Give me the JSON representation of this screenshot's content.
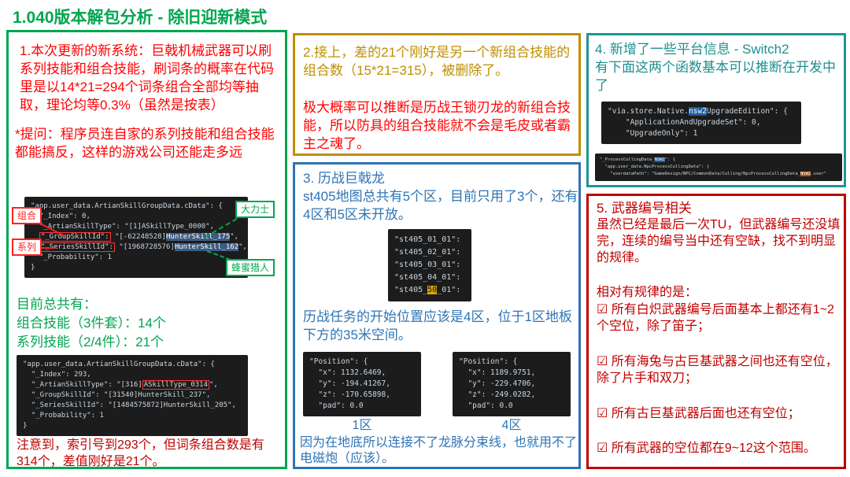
{
  "title": "1.040版本解包分析 - 除旧迎新模式",
  "colors": {
    "green": "#00A651",
    "red": "#FF0000",
    "dark_red": "#C00000",
    "gold": "#BF8F00",
    "blue": "#2E74B5",
    "teal": "#1E9696"
  },
  "box1": {
    "para1": "1.本次更新的新系统：巨戟机械武器可以刷系列技能和组合技能，刷词条的概率在代码里是以14*21=294个词条组合全部均等抽取，理论均等0.3%（虽然是按表）",
    "para2": "*提问：程序员连自家的系列技能和组合技能都能搞反，这样的游戏公司还能走多远",
    "code1": {
      "l1": "\"app.user_data.ArtianSkillGroupData.cData\": {",
      "l2": "  \"_Index\": 0,",
      "l3": "  \"_ArtianSkillType\": \"[1]ASkillType_0000\",",
      "l4_key": "\"_GroupSkillId\":",
      "l4_pre": " \"[-62248528]",
      "l4_hl": "HunterSkill_175",
      "l4_post": "\",",
      "l5_key": "\"_SeriesSkillId\":",
      "l5_pre": " \"[1968728576]",
      "l5_hl": "HunterSkill_162",
      "l5_post": "\",",
      "l6": "  \"_Probability\": 1",
      "l7": "}"
    },
    "labels": {
      "combo": "组合",
      "series": "系列",
      "strongman": "大力士",
      "honey_hunter": "蜂蜜猎人"
    },
    "summary": "目前总共有：\n组合技能（3件套）：14个\n系列技能（2/4件）：21个",
    "code2": {
      "l1": "\"app.user_data.ArtianSkillGroupData.cData\": {",
      "l2": "  \"_Index\": 293,",
      "l3_pre": "  \"_ArtianSkillType\": \"[316]",
      "l3_hl": "ASkillType_0314",
      "l3_post": "\",",
      "l4": "  \"_GroupSkillId\": \"[31540]HunterSkill_237\",",
      "l5": "  \"_SeriesSkillId\": \"[1484575872]HunterSkill_205\",",
      "l6": "  \"_Probability\": 1",
      "l7": "}"
    },
    "note": "注意到，索引号到293个，但词条组合数是有314个，差值刚好是21个。"
  },
  "box2": {
    "para1": "2.接上，差的21个刚好是另一个新组合技能的组合数（15*21=315），被删除了。",
    "para2": "极大概率可以推断是历战王锁刃龙的新组合技能，所以防具的组合技能就不会是毛皮或者霸主之魂了。"
  },
  "box3": {
    "heading": "3. 历战巨戟龙",
    "para1": "st405地图总共有5个区，目前只用了3个，还有4区和5区未开放。",
    "map_list": {
      "l1": "\"st405_01_01\":",
      "l2": "\"st405_02_01\":",
      "l3": "\"st405_03_01\":",
      "l4": "\"st405_04_01\":",
      "l5_pre": "\"st405_",
      "l5_hl": "50",
      "l5_post": "_01\":"
    },
    "para2": "历战任务的开始位置应该是4区，位于1区地板下方的35米空间。",
    "pos1": {
      "l1": "\"Position\": {",
      "l2": "  \"x\": 1132.6469,",
      "l3": "  \"y\": -194.41267,",
      "l4": "  \"z\": -170.65898,",
      "l5": "  \"pad\": 0.0"
    },
    "pos1_label": "1区",
    "pos2": {
      "l1": "\"Position\": {",
      "l2": "  \"x\": 1189.9751,",
      "l3": "  \"y\": -229.4706,",
      "l4": "  \"z\": -249.0282,",
      "l5": "  \"pad\": 0.0"
    },
    "pos2_label": "4区",
    "para3": "因为在地底所以连接不了龙脉分束线，也就用不了电磁炮（应该）。"
  },
  "box4": {
    "heading": "4. 新增了一些平台信息 - Switch2",
    "para1": "有下面这两个函数基本可以推断在开发中了",
    "code1": {
      "l1_pre": "\"via.store.Native.",
      "l1_hl": "nsw2",
      "l1_post": "UpgradeEdition\": {",
      "l2": "    \"ApplicationAndUpgradeSet\": 0,",
      "l3": "    \"UpgradeOnly\": 1"
    },
    "code2": {
      "l1_pre": "\"_ProcessCullingData_",
      "l1_hl": "NSW2",
      "l1_post": "\": {",
      "l2": "  \"app.user_data.NpcProcessCullingData\": {",
      "l3_pre": "    \"userdataPath\": \"GameDesign/NPC/CommonData/Culling/NpcProcessCullingData_",
      "l3_hl": "NSW2",
      "l3_post": ".user\""
    }
  },
  "box5": {
    "heading": "5. 武器编号相关",
    "para1": "虽然已经是最后一次TU，但武器编号还没填完，连续的编号当中还有空缺，找不到明显的规律。",
    "para2": "相对有规律的是：",
    "item1": "☑ 所有白炽武器编号后面基本上都还有1~2个空位，除了笛子；",
    "item2": "☑ 所有海兔与古巨基武器之间也还有空位，除了片手和双刀；",
    "item3": "☑ 所有古巨基武器后面也还有空位；",
    "item4": "☑ 所有武器的空位都在9~12这个范围。"
  }
}
